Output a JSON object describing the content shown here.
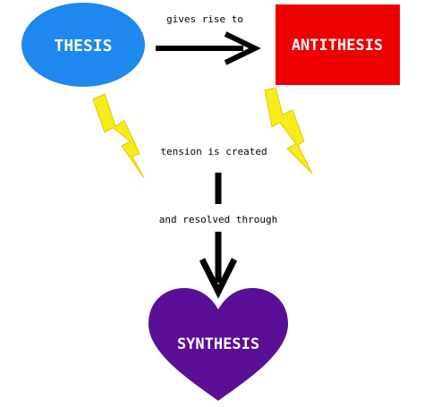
{
  "nodes": {
    "thesis": {
      "label": "THESIS",
      "color": "#1e88ee"
    },
    "antithesis": {
      "label": "ANTITHESIS",
      "color": "#ee0000"
    },
    "synthesis": {
      "label": "SYNTHESIS",
      "color": "#5b0f96"
    }
  },
  "edges": {
    "gives_rise": "gives rise to",
    "tension": "tension is created",
    "resolved": "and resolved through"
  },
  "colors": {
    "lightning": "#f5ec1a",
    "arrow": "#000000",
    "text_on_node": "#ffffff"
  }
}
